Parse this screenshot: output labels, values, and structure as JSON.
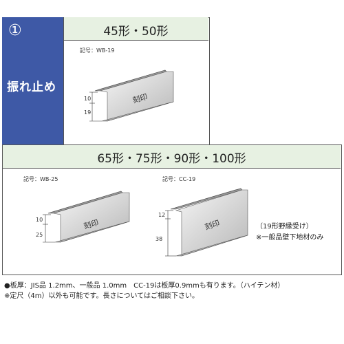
{
  "top": {
    "number": "①",
    "side_title": "振れ止め",
    "header": "45形・50形",
    "product": {
      "code": "記号：WB-19",
      "stamp": "刻印",
      "dim_a": "10",
      "dim_b": "19"
    }
  },
  "bottom": {
    "header": "65形・75形・90形・100形",
    "products": [
      {
        "code": "記号：WB-25",
        "stamp": "刻印",
        "dim_a": "10",
        "dim_b": "25"
      },
      {
        "code": "記号：CC-19",
        "stamp": "刻印",
        "dim_a": "12",
        "dim_b": "38"
      }
    ],
    "notes": [
      "（19形野縁受け）",
      "※一般品壁下地材のみ"
    ]
  },
  "footer": {
    "line1": "●板厚：JIS品 1.2mm、一般品 1.0mm　CC-19は板厚0.9mmも有ります。（ハイテン材）",
    "line2": "※定尺（4m）以外も可能です。長さについてはご相談下さい。"
  },
  "colors": {
    "strip_blue": "#3e59a6",
    "header_green": "#e7f1e2"
  }
}
